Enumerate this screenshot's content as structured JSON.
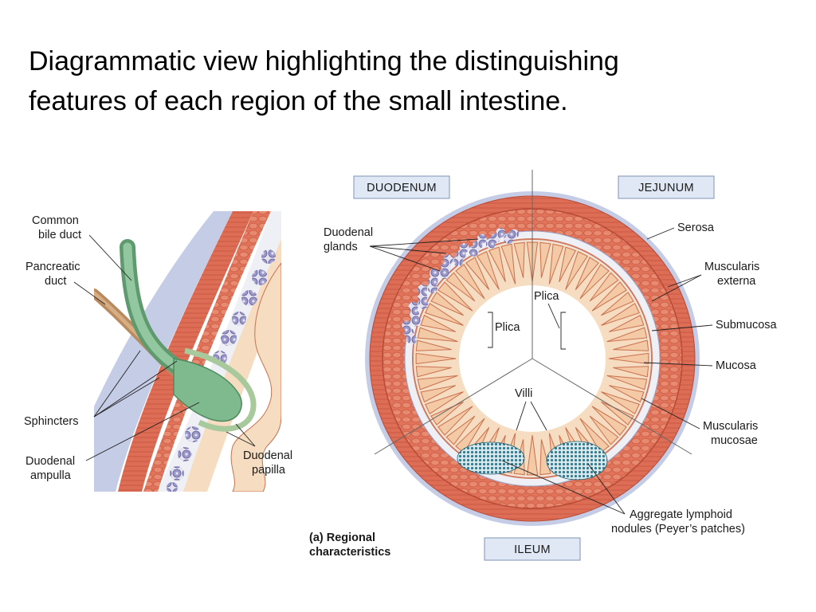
{
  "title": {
    "line1": "Diagrammatic view highlighting the distinguishing",
    "line2": "features of each region of the small intestine."
  },
  "regions": {
    "duodenum": "DUODENUM",
    "jejunum": "JEJUNUM",
    "ileum": "ILEUM"
  },
  "left_labels": {
    "common_bile_duct": [
      "Common",
      "bile duct"
    ],
    "pancreatic_duct": [
      "Pancreatic",
      "duct"
    ],
    "sphincters": "Sphincters",
    "duodenal_ampulla": [
      "Duodenal",
      "ampulla"
    ],
    "duodenal_papilla": [
      "Duodenal",
      "papilla"
    ]
  },
  "center_labels": {
    "duodenal_glands": [
      "Duodenal",
      "glands"
    ],
    "plica_left": "Plica",
    "plica_right": "Plica",
    "villi": "Villi"
  },
  "right_labels": {
    "serosa": "Serosa",
    "muscularis_externa": [
      "Muscularis",
      "externa"
    ],
    "submucosa": "Submucosa",
    "mucosa": "Mucosa",
    "muscularis_mucosae": [
      "Muscularis",
      "mucosae"
    ],
    "aggregate_lymphoid": [
      "Aggregate lymphoid",
      "nodules (Peyer’s patches)"
    ]
  },
  "caption": [
    "(a) Regional",
    "characteristics"
  ],
  "colors": {
    "muscle": "#e0735a",
    "muscle_dark": "#c85a43",
    "serosa": "#c5cde6",
    "submucosa": "#eef0f6",
    "mucosa": "#f6dcc0",
    "villus_fill": "#f4c9a6",
    "villus_edge": "#c9714f",
    "gland": "#8f8fc4",
    "lymphoid": "#2f7c8e",
    "bile_duct": "#7fb98e",
    "pancreatic_duct": "#b98a5f",
    "label_box": "#dfe8f4"
  }
}
